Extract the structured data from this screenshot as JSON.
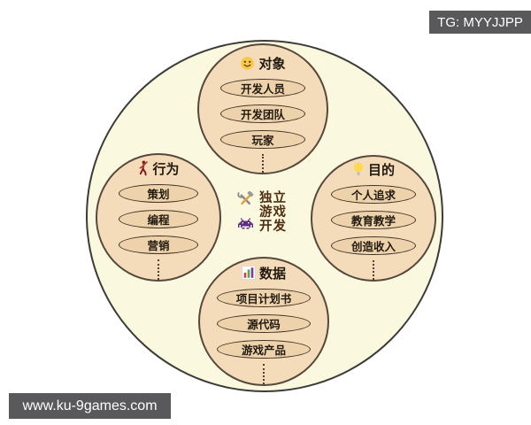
{
  "badges": {
    "tg": "TG: MYYJJPP",
    "site": "www.ku-9games.com"
  },
  "center": {
    "icon_names": [
      "hammer-wrench-icon",
      "alien-icon"
    ],
    "lines": [
      "独立",
      "游戏",
      "开发"
    ]
  },
  "groups": [
    {
      "position": "top",
      "label": "对象",
      "icon": "smiley-icon",
      "items": [
        "开发人员",
        "开发团队",
        "玩家"
      ],
      "ellipsis": "⋮"
    },
    {
      "position": "left",
      "label": "行为",
      "icon": "runner-icon",
      "items": [
        "策划",
        "编程",
        "营销"
      ],
      "ellipsis": "⋮"
    },
    {
      "position": "right",
      "label": "目的",
      "icon": "bulb-icon",
      "items": [
        "个人追求",
        "教育教学",
        "创造收入"
      ],
      "ellipsis": "⋮"
    },
    {
      "position": "bottom",
      "label": "数据",
      "icon": "chart-icon",
      "items": [
        "项目计划书",
        "源代码",
        "游戏产品"
      ],
      "ellipsis": "⋮"
    }
  ],
  "colors": {
    "outer_circle_fill": "#fbf8e0",
    "cluster_fill": "#f4dbba",
    "oval_fill": "#edd2ab",
    "outline": "#3e3122",
    "badge_background": "#59595b",
    "badge_text": "#ffffff",
    "center_text": "#4f2f10",
    "alien_purple": "#5f2b85"
  }
}
